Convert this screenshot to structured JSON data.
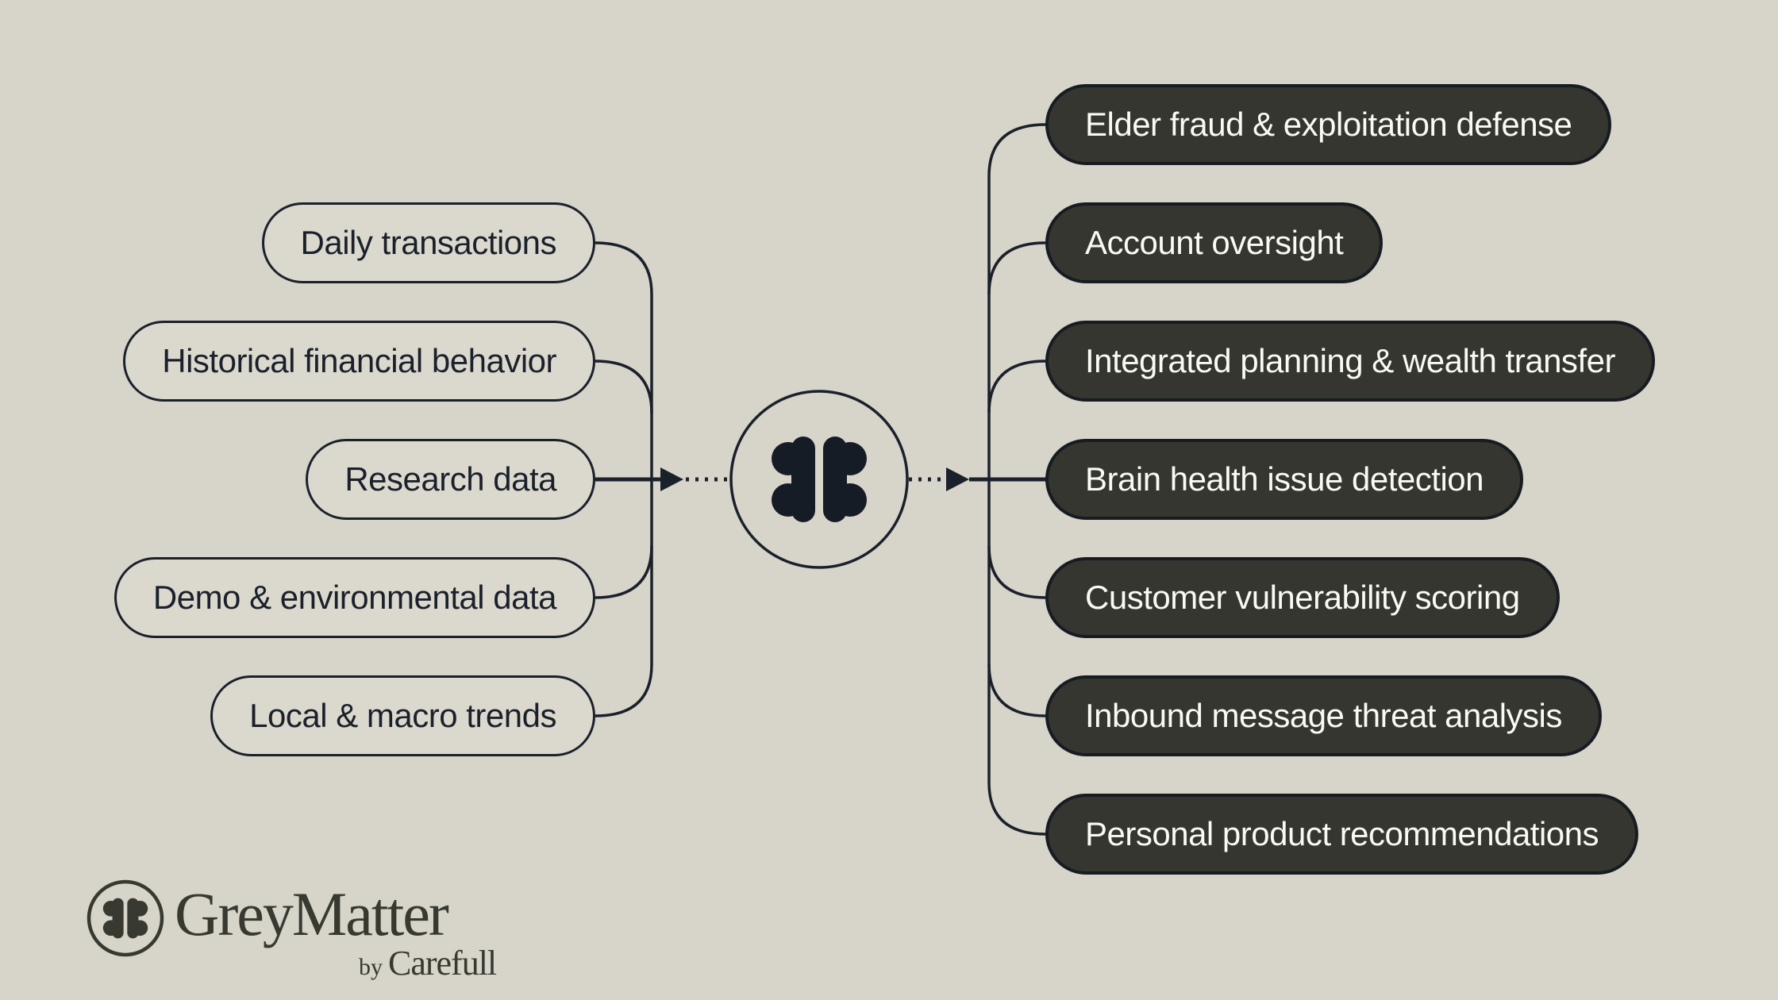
{
  "diagram": {
    "inputs": [
      "Daily transactions",
      "Historical financial behavior",
      "Research data",
      "Demo & environmental data",
      "Local & macro trends"
    ],
    "outputs": [
      "Elder fraud & exploitation defense",
      "Account oversight",
      "Integrated planning & wealth transfer",
      "Brain health issue detection",
      "Customer vulnerability scoring",
      "Inbound message threat analysis",
      "Personal product recommendations"
    ],
    "center_icon": "brain-icon"
  },
  "logo": {
    "wordmark": "GreyMatter",
    "byline_prefix": "by",
    "byline_brand": "Carefull"
  },
  "colors": {
    "background": "#d7d4ca",
    "ink": "#1b212b",
    "output_fill": "#35362f",
    "output_border": "#171c23",
    "output_text": "#faf9f4",
    "logo_ink": "#383a31"
  }
}
